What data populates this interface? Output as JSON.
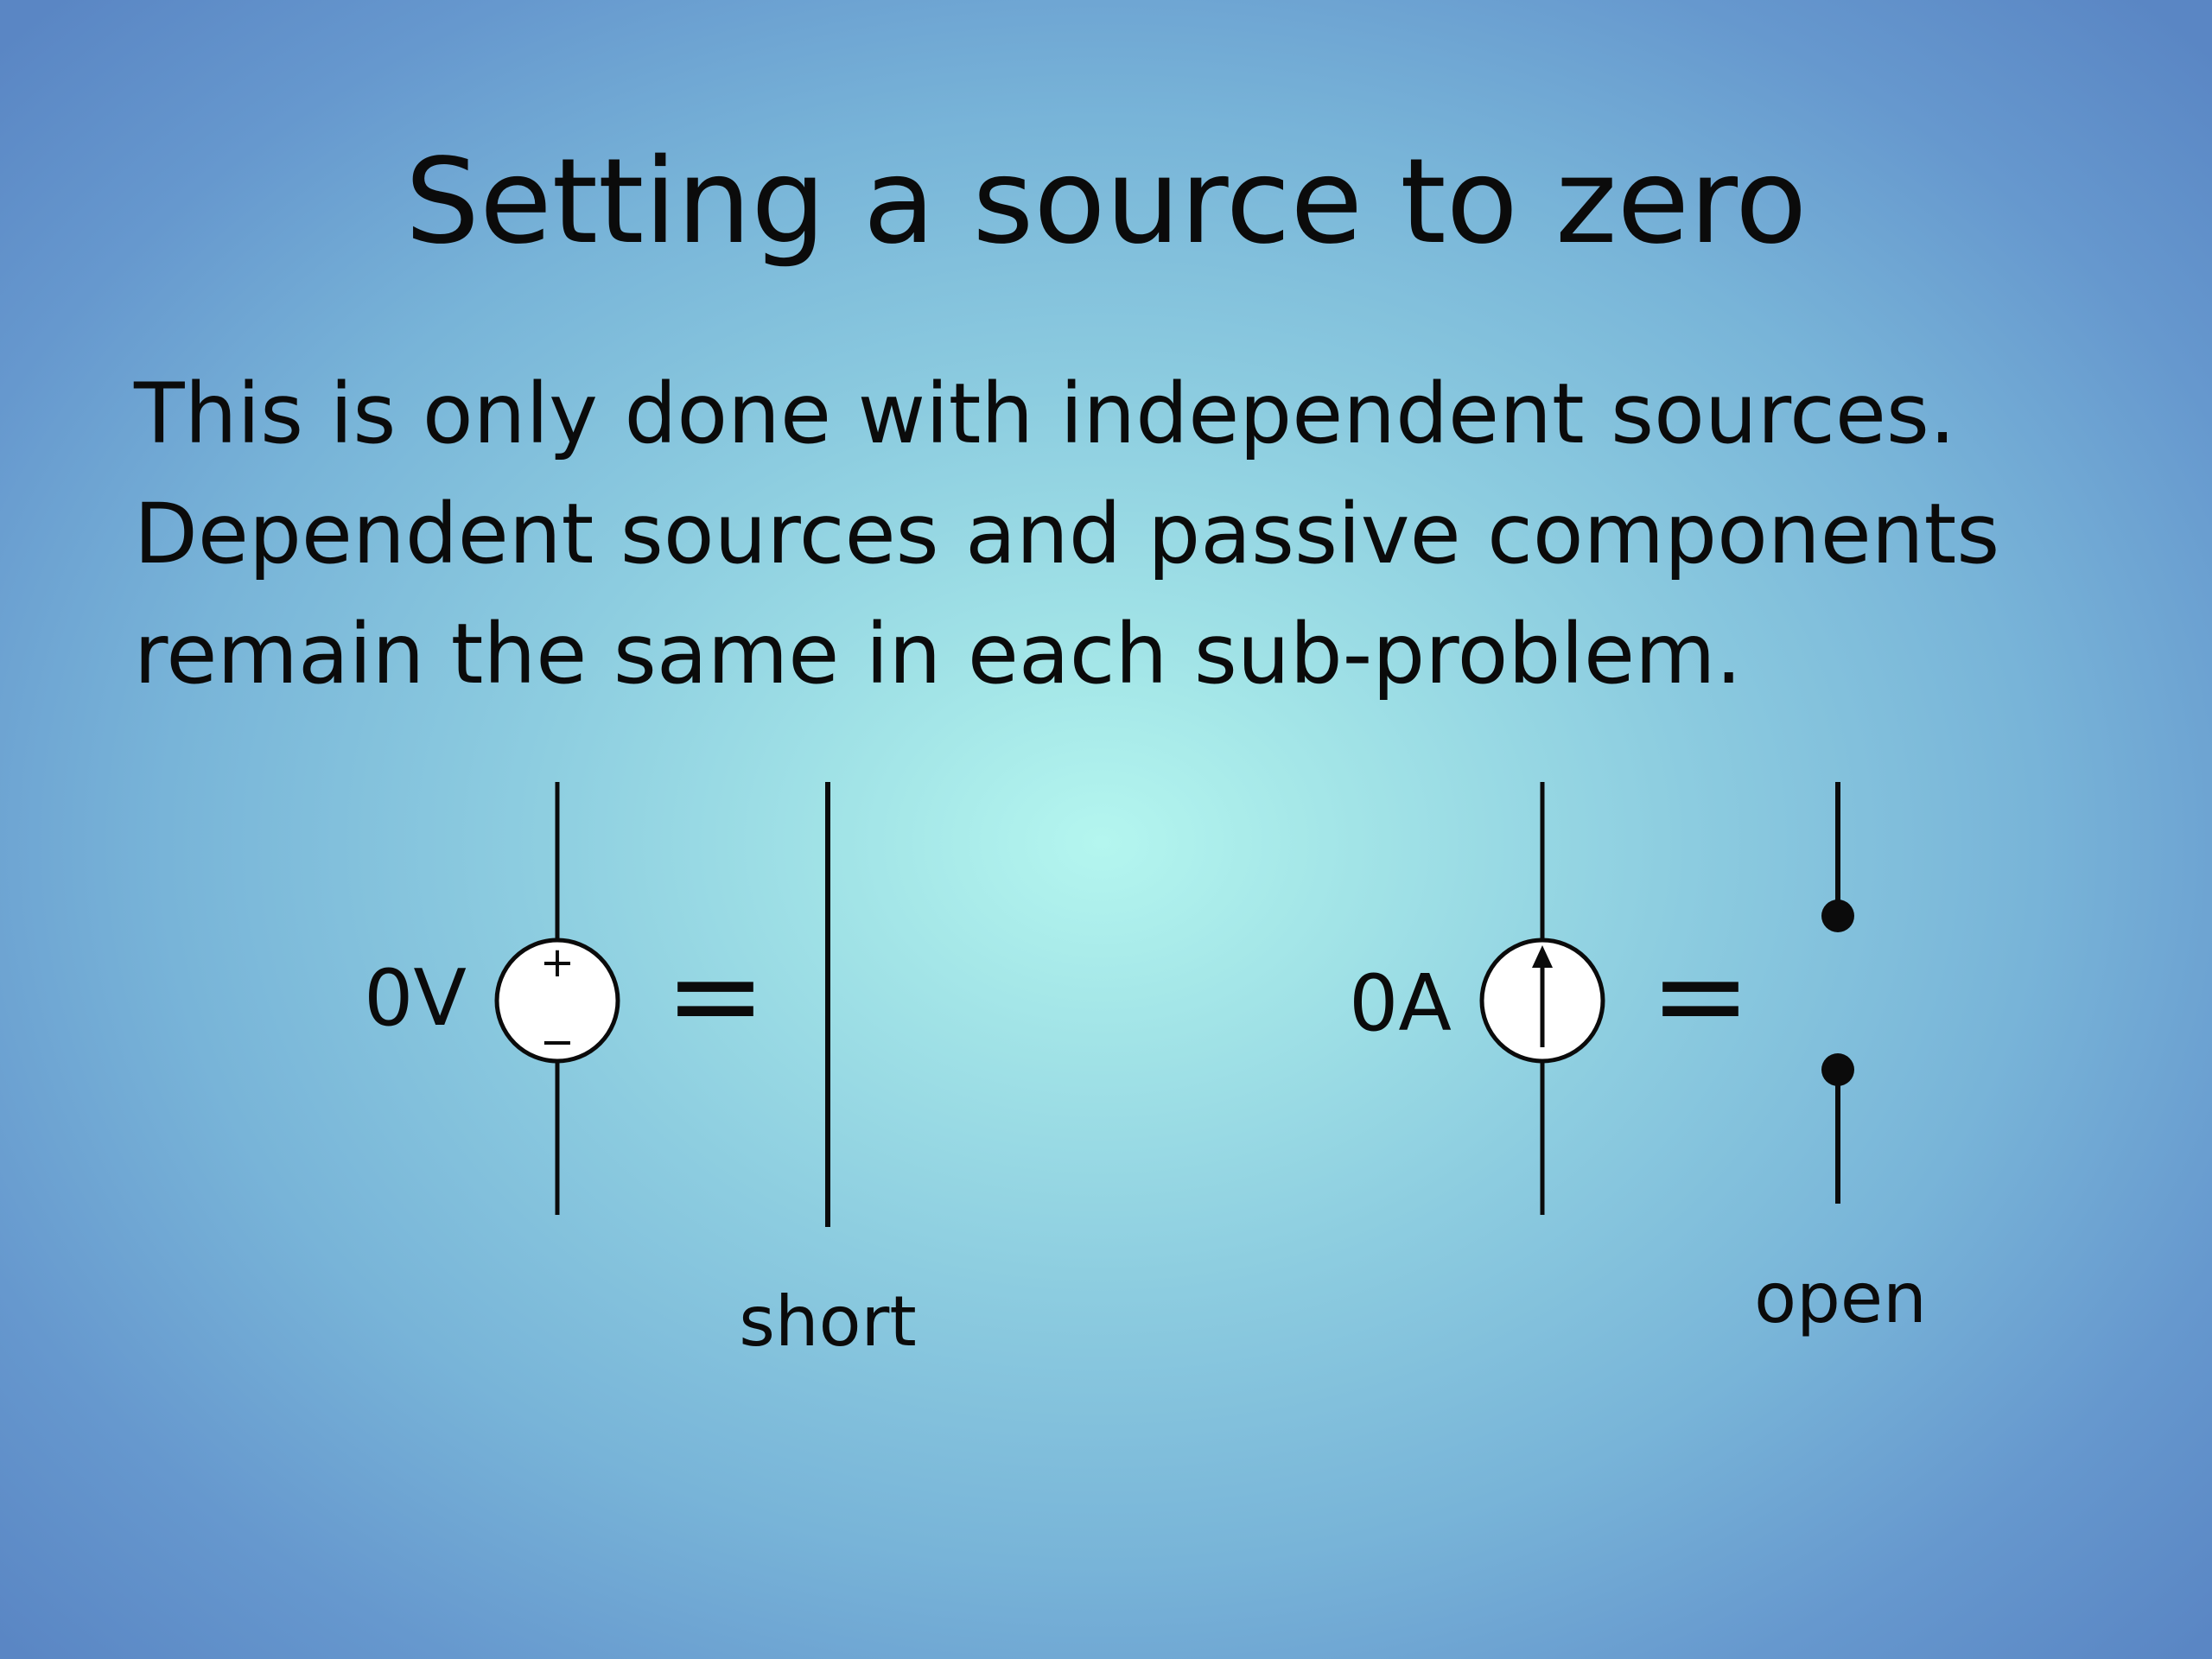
{
  "slide": {
    "title": "Setting a source to zero",
    "body_lines": [
      "This is only done with independent sources.",
      "Dependent sources and passive components",
      "remain the same in each sub-problem."
    ]
  },
  "voltage_case": {
    "source_label": "0V",
    "plus_sign": "+",
    "minus_sign": "−",
    "equals": "=",
    "result_label": "short",
    "source_icon": "voltage-source-icon",
    "result_icon": "short-circuit-wire-icon"
  },
  "current_case": {
    "source_label": "0A",
    "equals": "=",
    "result_label": "open",
    "source_icon": "current-source-icon",
    "result_icon": "open-circuit-icon"
  },
  "colors": {
    "background_center": "#b4f6ef",
    "background_edge": "#5a86c4",
    "text": "#0b0b0b"
  }
}
